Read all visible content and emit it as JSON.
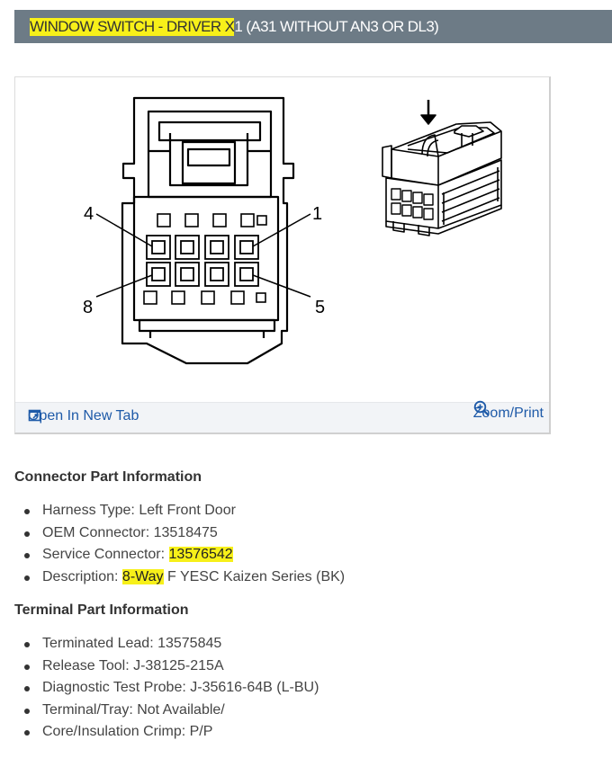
{
  "header": {
    "title_highlight": "WINDOW SWITCH - DRIVER X",
    "title_rest": "1 (A31 WITHOUT AN3 OR DL3)"
  },
  "figure": {
    "pin_labels": {
      "top_left": "4",
      "top_right": "1",
      "bottom_left": "8",
      "bottom_right": "5"
    },
    "open_tab_label": "Open In New Tab",
    "zoom_label": "Zoom/Print",
    "icons": {
      "open_tab": "open-new-tab-icon",
      "zoom": "magnifier-plus-icon"
    }
  },
  "connector_info": {
    "title": "Connector Part Information",
    "harness_type": "Harness Type: Left Front Door",
    "oem_connector": "OEM Connector: 13518475",
    "service_label": "Service Connector: ",
    "service_value": "13576542",
    "description_label": "Description: ",
    "description_highlight": "8-Way",
    "description_rest": " F YESC Kaizen Series (BK)"
  },
  "terminal_info": {
    "title": "Terminal Part Information",
    "items": [
      "Terminated Lead: 13575845",
      "Release Tool: J-38125-215A",
      "Diagnostic Test Probe: J-35616-64B (L-BU)",
      "Terminal/Tray: Not Available/",
      "Core/Insulation Crimp: P/P"
    ]
  },
  "colors": {
    "header_bg": "#6d7b86",
    "highlight": "#f7f019",
    "link": "#1e5aa8"
  }
}
